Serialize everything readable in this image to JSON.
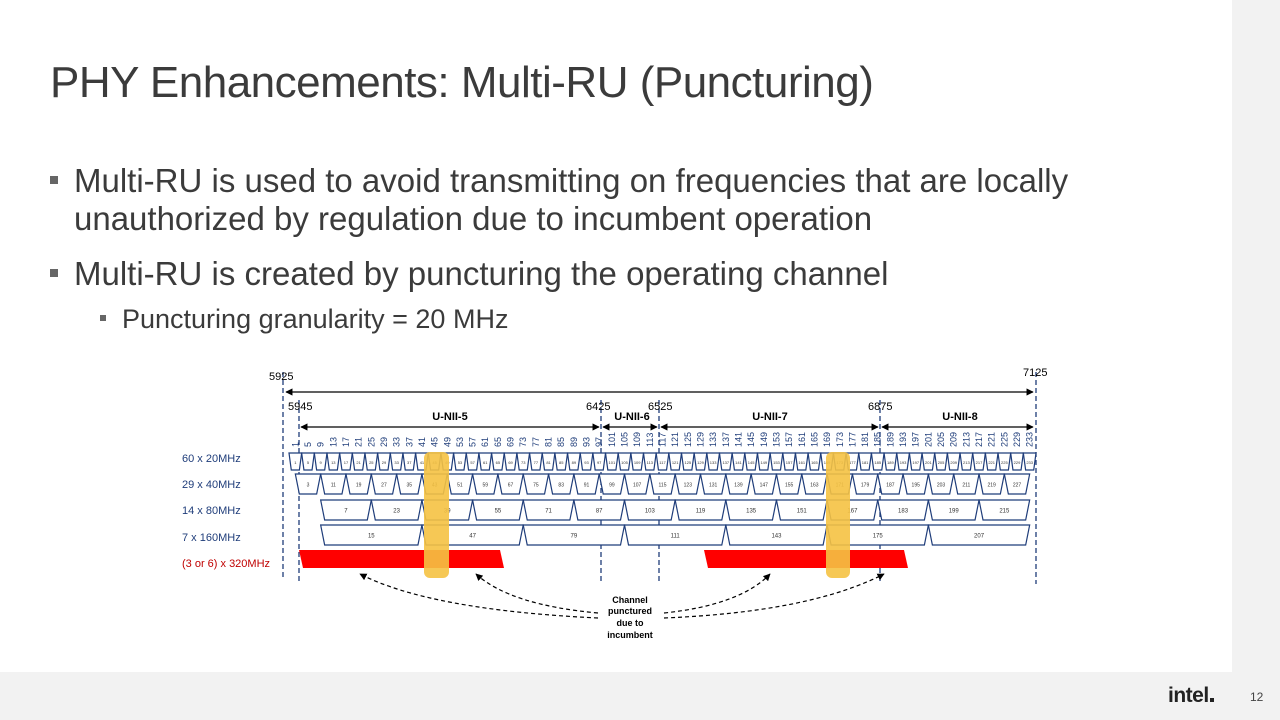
{
  "slide": {
    "title": "PHY Enhancements: Multi-RU (Puncturing)",
    "bullets": [
      "Multi-RU is used to avoid transmitting on frequencies that are locally unauthorized by regulation due to incumbent operation",
      "Multi-RU is created by puncturing the operating channel"
    ],
    "sub_bullet": "Puncturing granularity = 20 MHz",
    "page_number": "12",
    "logo": "intel"
  },
  "diagram": {
    "freq_labels": {
      "f5925": "5925",
      "f7125": "7125",
      "f5945": "5945",
      "f6425": "6425",
      "f6525": "6525",
      "f6875": "6875"
    },
    "bands": [
      "U-NII-5",
      "U-NII-6",
      "U-NII-7",
      "U-NII-8"
    ],
    "row_labels": [
      "60 x 20MHz",
      "29 x 40MHz",
      "14 x 80MHz",
      "7 x 160MHz",
      "(3 or 6) x 320MHz"
    ],
    "ch20": [
      "1",
      "5",
      "9",
      "13",
      "17",
      "21",
      "25",
      "29",
      "33",
      "37",
      "41",
      "45",
      "49",
      "53",
      "57",
      "61",
      "65",
      "69",
      "73",
      "77",
      "81",
      "85",
      "89",
      "93",
      "97",
      "101",
      "105",
      "109",
      "113",
      "117",
      "121",
      "125",
      "129",
      "133",
      "137",
      "141",
      "145",
      "149",
      "153",
      "157",
      "161",
      "165",
      "169",
      "173",
      "177",
      "181",
      "185",
      "189",
      "193",
      "197",
      "201",
      "205",
      "209",
      "213",
      "217",
      "221",
      "225",
      "229",
      "233"
    ],
    "ch40": [
      "3",
      "11",
      "19",
      "27",
      "35",
      "43",
      "51",
      "59",
      "67",
      "75",
      "83",
      "91",
      "99",
      "107",
      "115",
      "123",
      "131",
      "139",
      "147",
      "155",
      "163",
      "171",
      "179",
      "187",
      "195",
      "203",
      "211",
      "219",
      "227"
    ],
    "ch80": [
      "7",
      "23",
      "39",
      "55",
      "71",
      "87",
      "103",
      "119",
      "135",
      "151",
      "167",
      "183",
      "199",
      "215"
    ],
    "ch160": [
      "15",
      "47",
      "79",
      "111",
      "143",
      "175",
      "207"
    ],
    "annotation": [
      "Channel",
      "punctured",
      "due to",
      "incumbent"
    ],
    "colors": {
      "navy": "#1f3d7a",
      "red": "#ff0000",
      "puncture": "#f5c242",
      "label_red": "#c00000"
    }
  }
}
